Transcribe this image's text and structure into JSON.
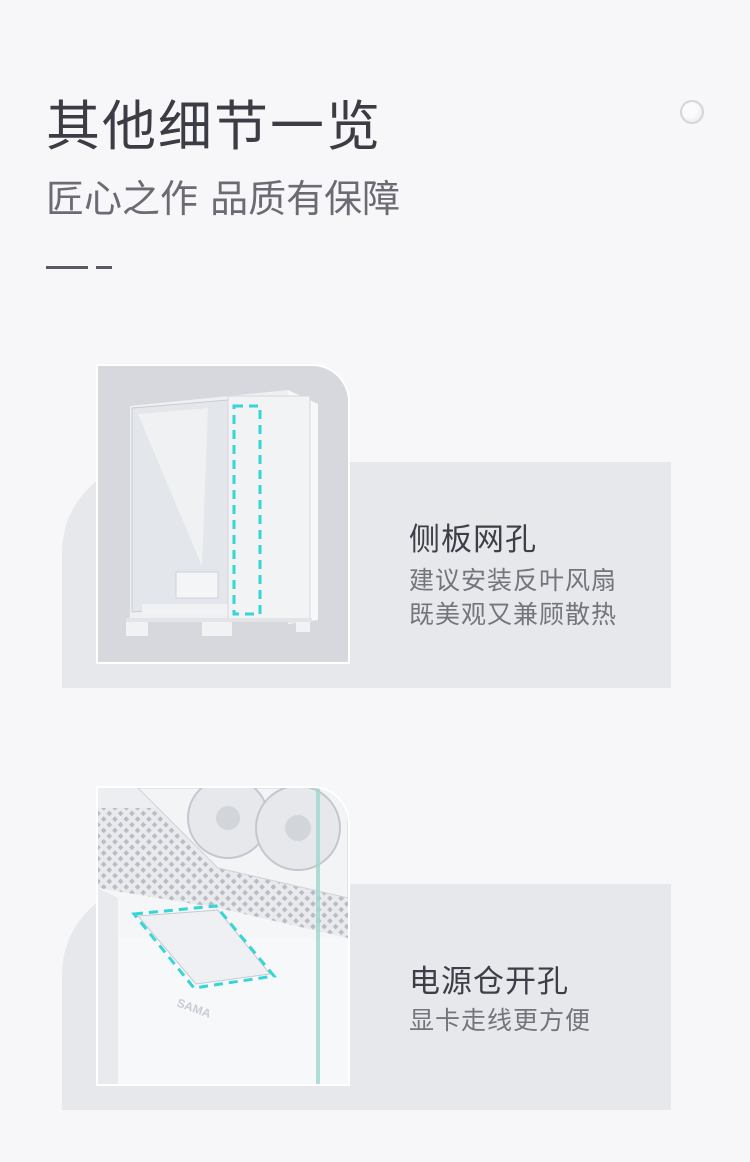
{
  "header": {
    "title": "其他细节一览",
    "subtitle": "匠心之作 品质有保障"
  },
  "features": [
    {
      "title": "侧板网孔",
      "desc_line1": "建议安装反叶风扇",
      "desc_line2": "既美观又兼顾散热",
      "photo_icon": "pc-case-side-mesh-photo"
    },
    {
      "title": "电源仓开孔",
      "desc_line1": "显卡走线更方便",
      "photo_icon": "psu-shroud-cutout-photo",
      "brand_mark": "SAMA"
    }
  ],
  "colors": {
    "background": "#f7f7fa",
    "card": "#e7e8ec",
    "highlight_dash": "#35d6d6",
    "title_text": "#3c3c44"
  }
}
